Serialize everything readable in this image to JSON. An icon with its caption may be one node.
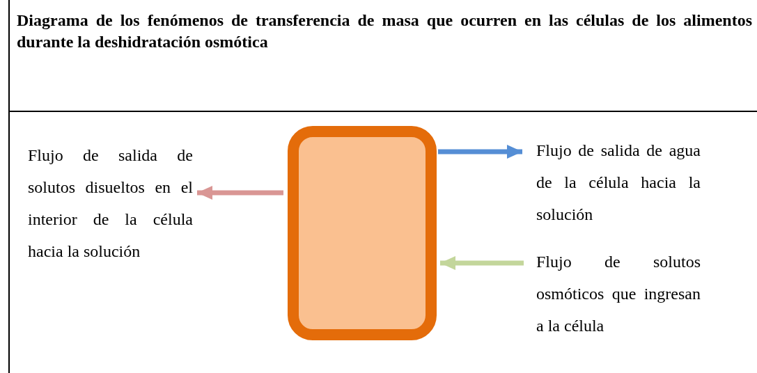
{
  "diagram": {
    "title": "Diagrama de los fenómenos de transferencia de masa que ocurren en las células de los alimentos durante la deshidratación osmótica",
    "nodes": [
      {
        "text": [],
        "shape": "box"
      },
      {
        "text": [
          "Flujo de salida de solutos disueltos en el interior de la célula hacia la solución"
        ]
      },
      {
        "text": [
          "Flujo de salida de agua de la célula hacia la solución"
        ]
      },
      {
        "text": [
          "Flujo de solutos osmóticos que ingresan a la célula"
        ]
      }
    ],
    "edges": [
      {
        "from": 0,
        "to": 1,
        "arrow": "to",
        "color": "#d99694"
      },
      {
        "from": 0,
        "to": 2,
        "arrow": "to",
        "color": "#558ed5"
      },
      {
        "from": 3,
        "to": 0,
        "arrow": "to",
        "color": "#c3d69b"
      }
    ]
  }
}
